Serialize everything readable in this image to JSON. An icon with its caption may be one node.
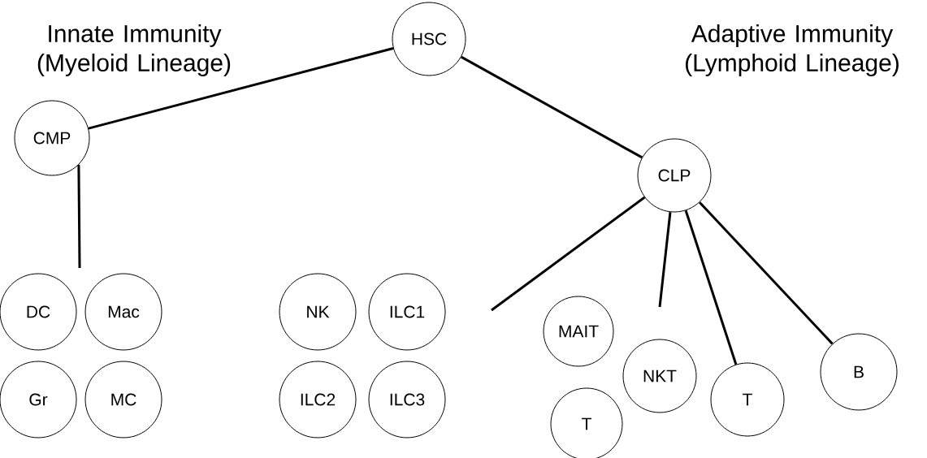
{
  "diagram": {
    "nodes": [
      {
        "text": [
          "HSC"
        ]
      },
      {
        "text": [
          "CMP"
        ]
      },
      {
        "text": [
          "CLP"
        ]
      },
      {
        "text": [
          "DC"
        ]
      },
      {
        "text": [
          "Mac"
        ]
      },
      {
        "text": [
          "Gr"
        ]
      },
      {
        "text": [
          "MC"
        ]
      },
      {
        "text": [
          "NK"
        ]
      },
      {
        "text": [
          "ILC1"
        ]
      },
      {
        "text": [
          "ILC2"
        ]
      },
      {
        "text": [
          "ILC3"
        ]
      },
      {
        "text": [
          "MAIT"
        ]
      },
      {
        "text": [
          "NKT"
        ]
      },
      {
        "text": [
          "T"
        ]
      },
      {
        "text": [
          "T"
        ]
      },
      {
        "text": [
          "B"
        ]
      }
    ],
    "edges": [
      {
        "from": 0,
        "to": 1,
        "arrow": "none"
      },
      {
        "from": 0,
        "to": 2,
        "arrow": "none"
      },
      {
        "from": 1,
        "to": null,
        "arrow": "none"
      },
      {
        "from": 2,
        "to": null,
        "arrow": "none"
      },
      {
        "from": 2,
        "to": null,
        "arrow": "none"
      },
      {
        "from": 2,
        "to": 14,
        "arrow": "none"
      },
      {
        "from": 2,
        "to": 15,
        "arrow": "none"
      }
    ],
    "labels": [
      "Innate Immunity (Myeloid Lineage)",
      "Adaptive Immunity (Lymphoid Lineage)"
    ]
  }
}
